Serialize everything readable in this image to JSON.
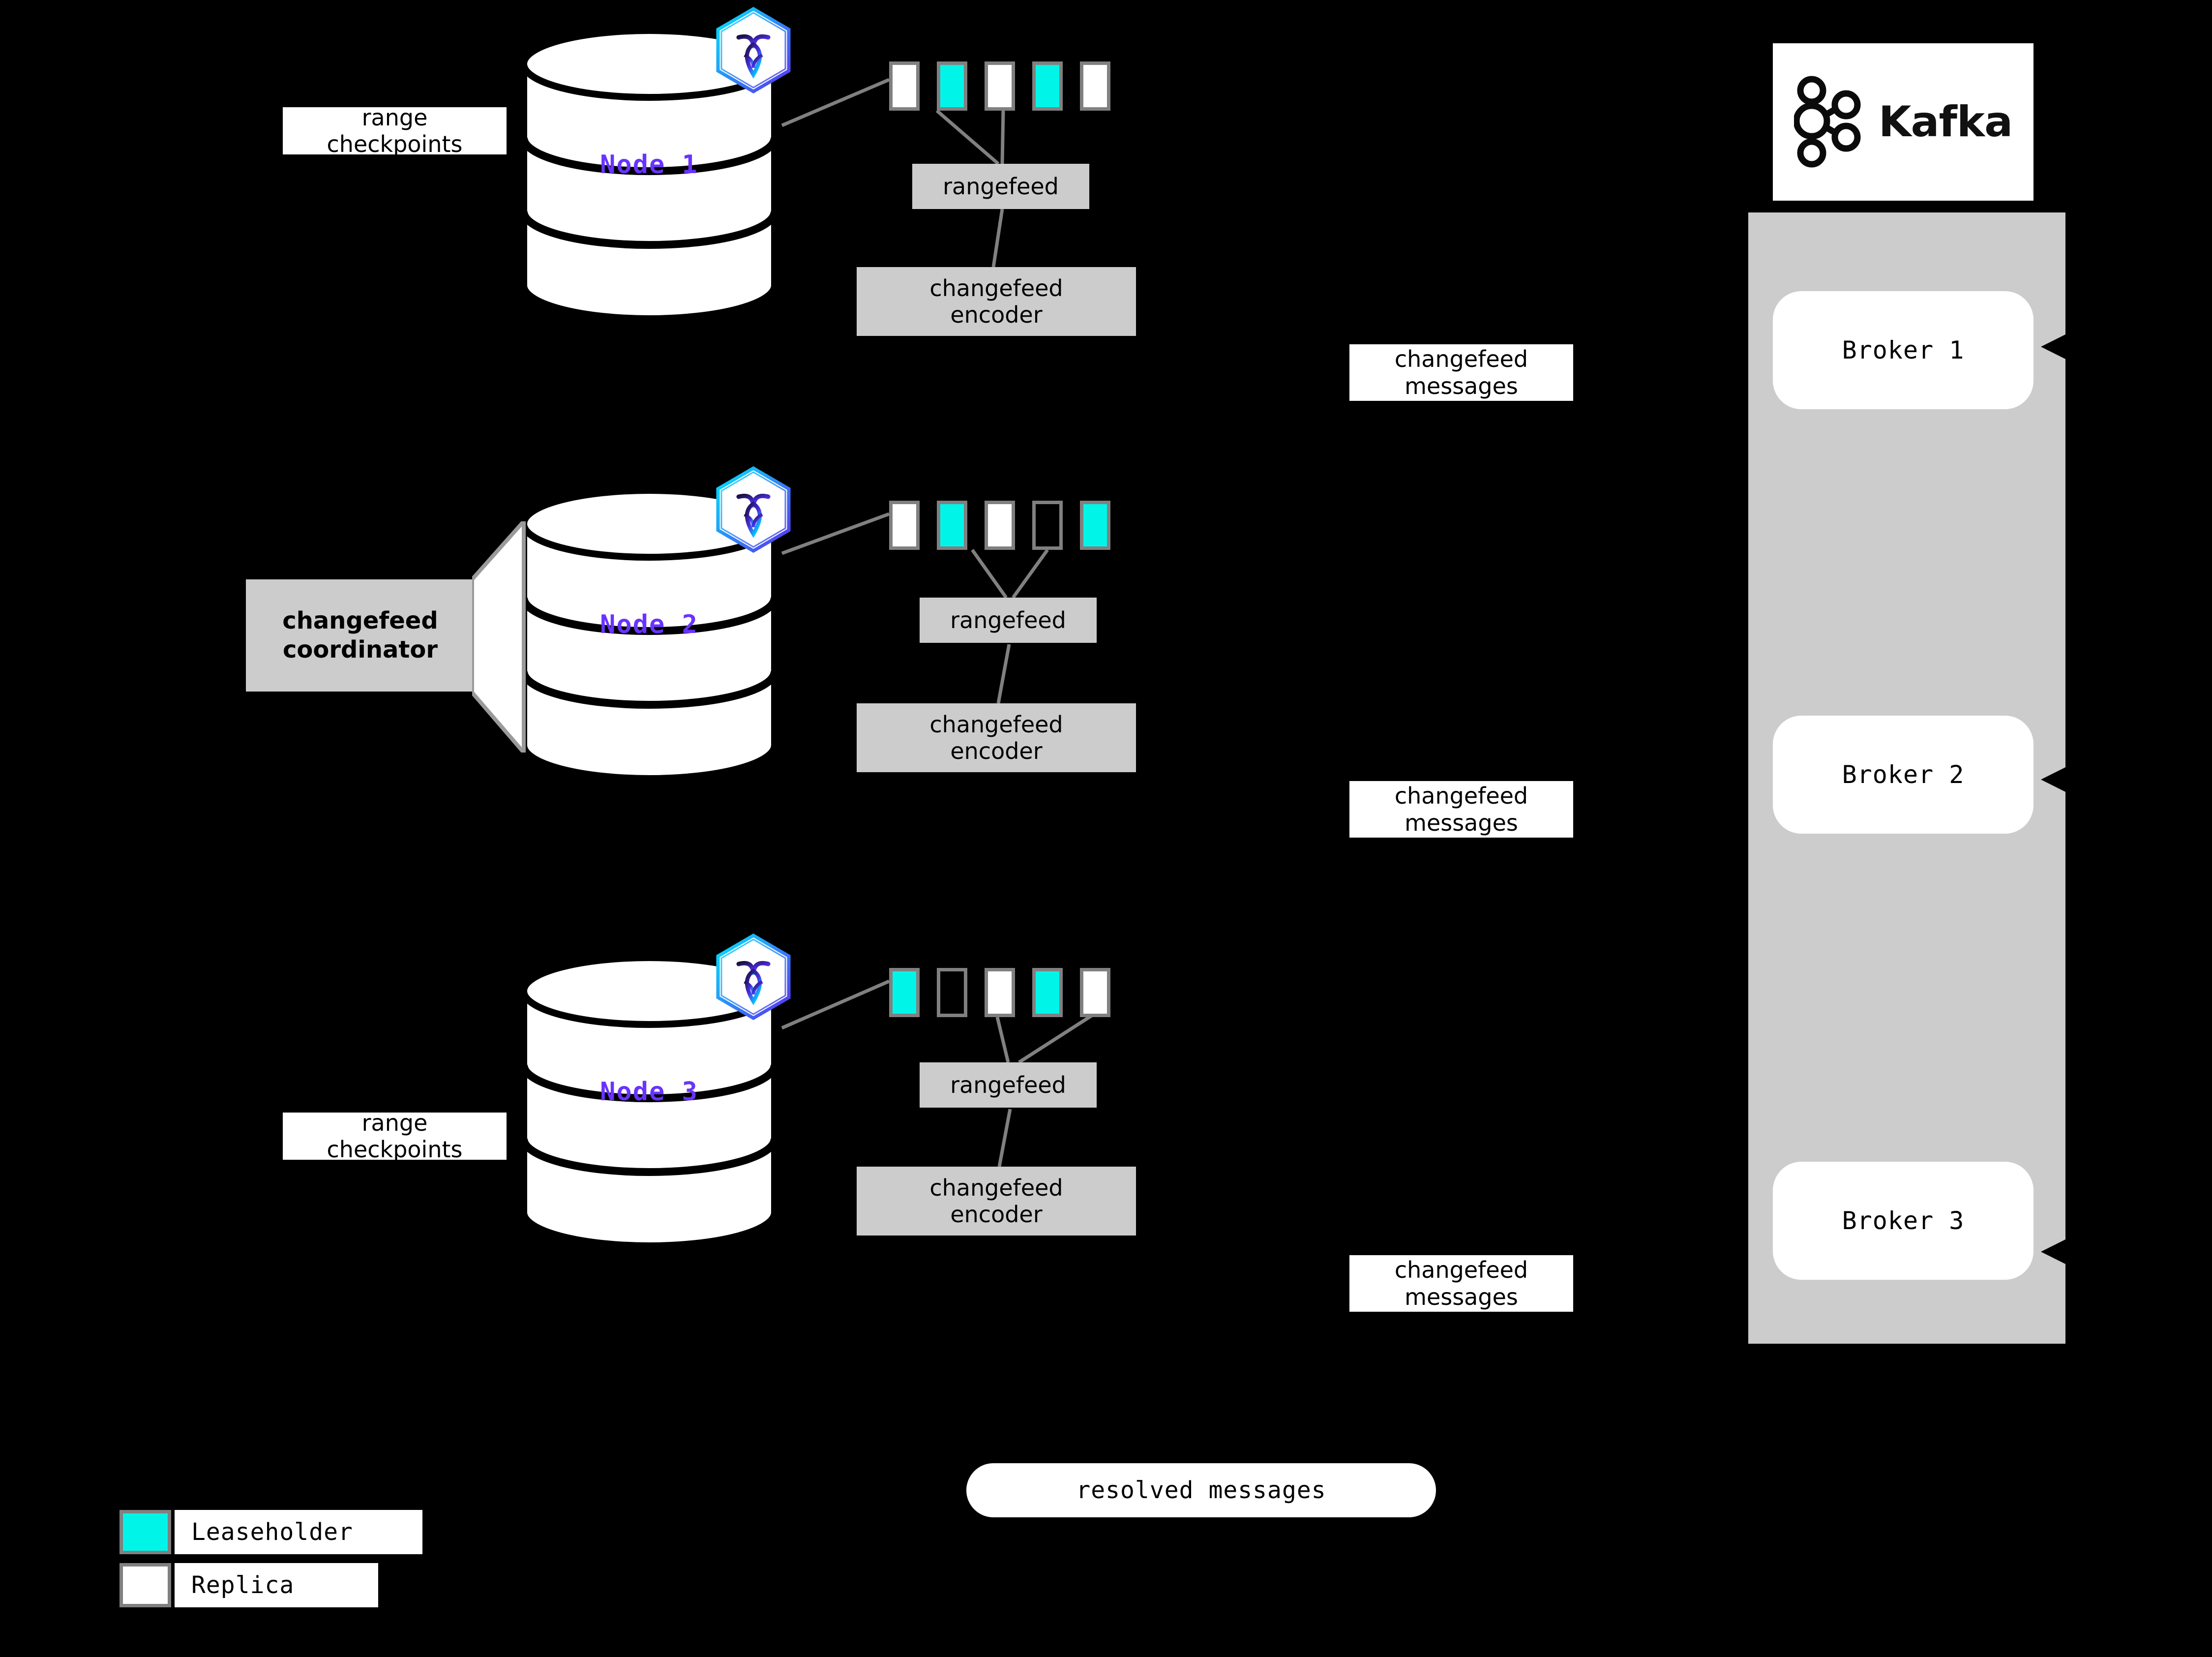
{
  "diagram": {
    "title": "CockroachDB changefeed to Kafka architecture",
    "background_color": "#000000",
    "accent_colors": {
      "leaseholder": "#00F5E8",
      "replica": "#FFFFFF",
      "process_box": "#CCCCCC",
      "node_label": "#6933FF",
      "connector": "#808080"
    }
  },
  "nodes": [
    {
      "id": "node1",
      "label": "Node 1",
      "logo_icon": "cockroachdb-hexagon-icon",
      "ranges": [
        "replica",
        "leaseholder",
        "replica",
        "leaseholder",
        "replica"
      ],
      "rangefeed_label": "rangefeed",
      "encoder_label": "changefeed\nencoder",
      "side_label": "range\ncheckpoints"
    },
    {
      "id": "node2",
      "label": "Node 2",
      "logo_icon": "cockroachdb-hexagon-icon",
      "ranges": [
        "replica",
        "leaseholder",
        "replica",
        "empty",
        "leaseholder"
      ],
      "rangefeed_label": "rangefeed",
      "encoder_label": "changefeed\nencoder",
      "callout_label": "changefeed\ncoordinator"
    },
    {
      "id": "node3",
      "label": "Node 3",
      "logo_icon": "cockroachdb-hexagon-icon",
      "ranges": [
        "leaseholder",
        "empty",
        "replica",
        "leaseholder",
        "replica"
      ],
      "rangefeed_label": "rangefeed",
      "encoder_label": "changefeed\nencoder",
      "side_label": "range\ncheckpoints"
    }
  ],
  "flow_labels": [
    {
      "id": "cfm1",
      "text": "changefeed\nmessages"
    },
    {
      "id": "cfm2",
      "text": "changefeed\nmessages"
    },
    {
      "id": "cfm3",
      "text": "changefeed\nmessages"
    }
  ],
  "resolved_pill": {
    "text": "resolved messages"
  },
  "kafka": {
    "logo_word": "Kafka",
    "logo_icon": "kafka-nodes-icon",
    "brokers": [
      {
        "label": "Broker 1"
      },
      {
        "label": "Broker 2"
      },
      {
        "label": "Broker 3"
      }
    ]
  },
  "legend": {
    "items": [
      {
        "swatch": "leaseholder",
        "label": "Leaseholder"
      },
      {
        "swatch": "replica",
        "label": "Replica"
      }
    ]
  }
}
